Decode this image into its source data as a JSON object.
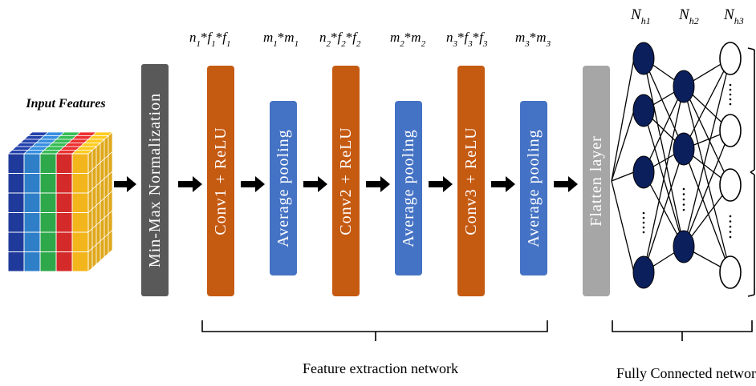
{
  "input": {
    "title": "Input Features",
    "cube_colors": [
      "#1f3a9a",
      "#2f7fc8",
      "#2ea84a",
      "#d42a2a",
      "#f2b51c"
    ]
  },
  "layers": {
    "normalization": {
      "label": "Min-Max Normalization",
      "color": "#595959"
    },
    "conv1": {
      "label": "Conv1 + ReLU",
      "color": "#c55a11"
    },
    "pool1": {
      "label": "Average pooling",
      "color": "#4472c4"
    },
    "conv2": {
      "label": "Conv2 + ReLU",
      "color": "#c55a11"
    },
    "pool2": {
      "label": "Average pooling",
      "color": "#4472c4"
    },
    "conv3": {
      "label": "Conv3 + ReLU",
      "color": "#c55a11"
    },
    "pool3": {
      "label": "Average pooling",
      "color": "#4472c4"
    },
    "flatten": {
      "label": "Flatten layer",
      "color": "#a6a6a6"
    }
  },
  "dims": {
    "conv1": {
      "n": "n",
      "f": "f",
      "sub": "1"
    },
    "pool1": {
      "m": "m",
      "sub": "1"
    },
    "conv2": {
      "n": "n",
      "f": "f",
      "sub": "2"
    },
    "pool2": {
      "m": "m",
      "sub": "2"
    },
    "conv3": {
      "n": "n",
      "f": "f",
      "sub": "3"
    },
    "pool3": {
      "m": "m",
      "sub": "3"
    },
    "op": "*"
  },
  "fc": {
    "headers": [
      {
        "name": "N",
        "sub": "h1"
      },
      {
        "name": "N",
        "sub": "h2"
      },
      {
        "name": "N",
        "sub": "h3"
      }
    ],
    "filled_color": "#0b1f5c",
    "ellipsis": "....."
  },
  "captions": {
    "feature_extraction": "Feature extraction network",
    "fully_connected": "Fully Connected network"
  }
}
